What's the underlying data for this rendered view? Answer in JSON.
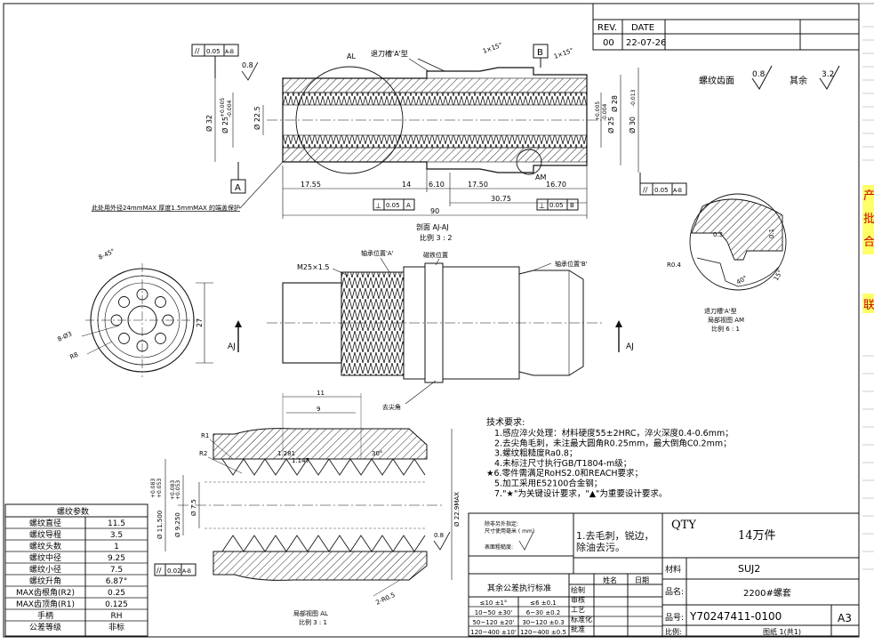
{
  "revision": {
    "rev_header": "REV.",
    "date_header": "DATE",
    "rev": "00",
    "date": "22-07-26"
  },
  "surface_roughness": {
    "thread_label": "螺纹齿面",
    "thread_value": "0.8",
    "other_label": "其余",
    "other_value": "3.2"
  },
  "section_view": {
    "title": "剖面 AJ-AJ",
    "scale": "比例 3 : 2",
    "callouts": {
      "relief_groove": "退刀槽'A'型",
      "detail_al": "AL",
      "detail_am": "AM",
      "datum_a": "A",
      "datum_b": "B",
      "chamfer_1": "1×15°",
      "chamfer_2": "1×15°"
    },
    "gdt": {
      "top_left": "0.05",
      "top_left_datum": "A-B",
      "right": "0.05",
      "right_datum": "A-B",
      "perp_a": "0.05",
      "perp_a_datum": "A",
      "perp_b": "0.05",
      "perp_b_datum": "B"
    },
    "roughness_left": "0.8",
    "dims": {
      "d32": "Ø 32",
      "d25": "Ø 25",
      "d25_tol_upper": "+0.005",
      "d25_tol_lower": "-0.004",
      "d22_5": "Ø 22.5",
      "d25_right": "Ø 25",
      "d25_right_tol_upper": "+0.005",
      "d25_right_tol_lower": "-0.004",
      "d28": "Ø 28",
      "d30": "Ø 30",
      "d30_tol": "-0.013",
      "l17_55": "17.55",
      "l14": "14",
      "l6_10": "6.10",
      "l17_50": "17.50",
      "l16_70": "16.70",
      "l30_75": "30.75",
      "l90": "90"
    },
    "note": "此处用外径24mmMAX 厚度1.5mmMAX 的端盖保护"
  },
  "main_view": {
    "thread_spec": "M25×1.5",
    "bearing_a": "轴承位置'A'",
    "bearing_b": "轴承位置'B'",
    "magnet": "磁铁位置",
    "deburr": "去尖角",
    "section_mark": "AJ",
    "dim_27": "27"
  },
  "end_view": {
    "holes_8": "8-Ø3",
    "angle": "8-45°",
    "r8": "R8"
  },
  "detail_am": {
    "title": "退刀槽'A'型",
    "subtitle": "局部视图 AM",
    "scale": "比例 6 : 1",
    "r04": "R0.4",
    "d03": "0.3",
    "d01": "0.1",
    "a40": "40°",
    "a15": "15°"
  },
  "detail_al": {
    "title": "局部视图 AL",
    "scale": "比例 3 : 1",
    "r1": "R1",
    "r2": "R2",
    "d11": "11",
    "d9": "9",
    "p1281": "1.281",
    "p1147": "1.147",
    "a30": "30°",
    "d11_5": "Ø 11.500",
    "d11_5_tol_u": "+0.083",
    "d11_5_tol_l": "+0.053",
    "d9_25": "Ø 9.250",
    "d9_25_tol_u": "+0.083",
    "d9_25_tol_l": "+0.053",
    "d7_5": "Ø 7.5",
    "d22_9": "Ø 22.9MAX",
    "r2_90": "2-R0.5",
    "roughness": "0.8",
    "gdt_val": "0.02",
    "gdt_datum": "A-B"
  },
  "thread_table": {
    "title": "螺纹参数",
    "rows": [
      [
        "螺纹直径",
        "11.5"
      ],
      [
        "螺纹导程",
        "3.5"
      ],
      [
        "螺纹头数",
        "1"
      ],
      [
        "螺纹中径",
        "9.25"
      ],
      [
        "螺纹小径",
        "7.5"
      ],
      [
        "螺纹升角",
        "6.87°"
      ],
      [
        "MAX齿根角(R2)",
        "0.25"
      ],
      [
        "MAX齿顶角(R1)",
        "0.125"
      ],
      [
        "手柄",
        "RH"
      ],
      [
        "公差等级",
        "非标"
      ]
    ]
  },
  "tech_requirements": {
    "heading": "技术要求:",
    "items": [
      "1.感应淬火处理：材料硬度55±2HRC，淬火深度0.4-0.6mm；",
      "2.去尖角毛刺，未注最大圆角R0.25mm，最大倒角C0.2mm；",
      "3.螺纹粗糙度Ra0.8；",
      "4.未标注尺寸执行GB/T1804-m级；",
      "★6.零件需满足RoHS2.0和REACH要求；",
      "5.加工采用E52100合金钢；",
      "7.\"★\"为关键设计要求，\"▲\"为重要设计要求。"
    ]
  },
  "title_block": {
    "unit_note_1": "除非另外指定:",
    "unit_note_2": "尺寸使用毫米 ( mm)",
    "roughness_note": "表面粗糙度:",
    "finish_note": "1.去毛刺，锐边，除油去污。",
    "qty_label": "QTY",
    "qty_value": "14万件",
    "material_label": "材料",
    "material_value": "SUJ2",
    "name_label": "品名:",
    "name_value": "2200#螺套",
    "part_label": "品号:",
    "part_value": "Y70247411-0100",
    "size": "A3",
    "scale_label": "比例:",
    "sheet": "图纸 1(共1)",
    "tol_title": "其余公差执行标准",
    "col_name": "姓名",
    "col_date": "日期",
    "roles": [
      "绘制",
      "审核",
      "工艺",
      "标准化",
      "批准"
    ],
    "tol_rows": [
      [
        "≤10 ±1°",
        "≤6 ±0.1"
      ],
      [
        "10~50 ±30'",
        "6~30 ±0.2"
      ],
      [
        "50~120 ±20'",
        "30~120 ±0.3"
      ],
      [
        "120~400 ±10'",
        "120~400 ±0.5"
      ]
    ]
  },
  "side_notes": {
    "n1": "产",
    "n2": "批",
    "n3": "合",
    "n4": "联"
  }
}
